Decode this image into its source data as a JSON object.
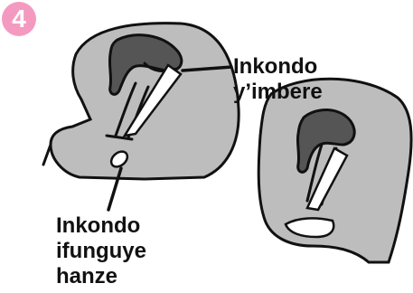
{
  "step": {
    "number": "4",
    "color": "#f49ac1"
  },
  "labels": {
    "top": [
      "Inkondo",
      "y’imbere"
    ],
    "bottom": [
      "Inkondo",
      "ifunguye",
      "hanze"
    ]
  },
  "colors": {
    "body_fill": "#bdbdbd",
    "outline": "#111111",
    "organ_fill": "#555555",
    "device_fill": "#ffffff"
  }
}
